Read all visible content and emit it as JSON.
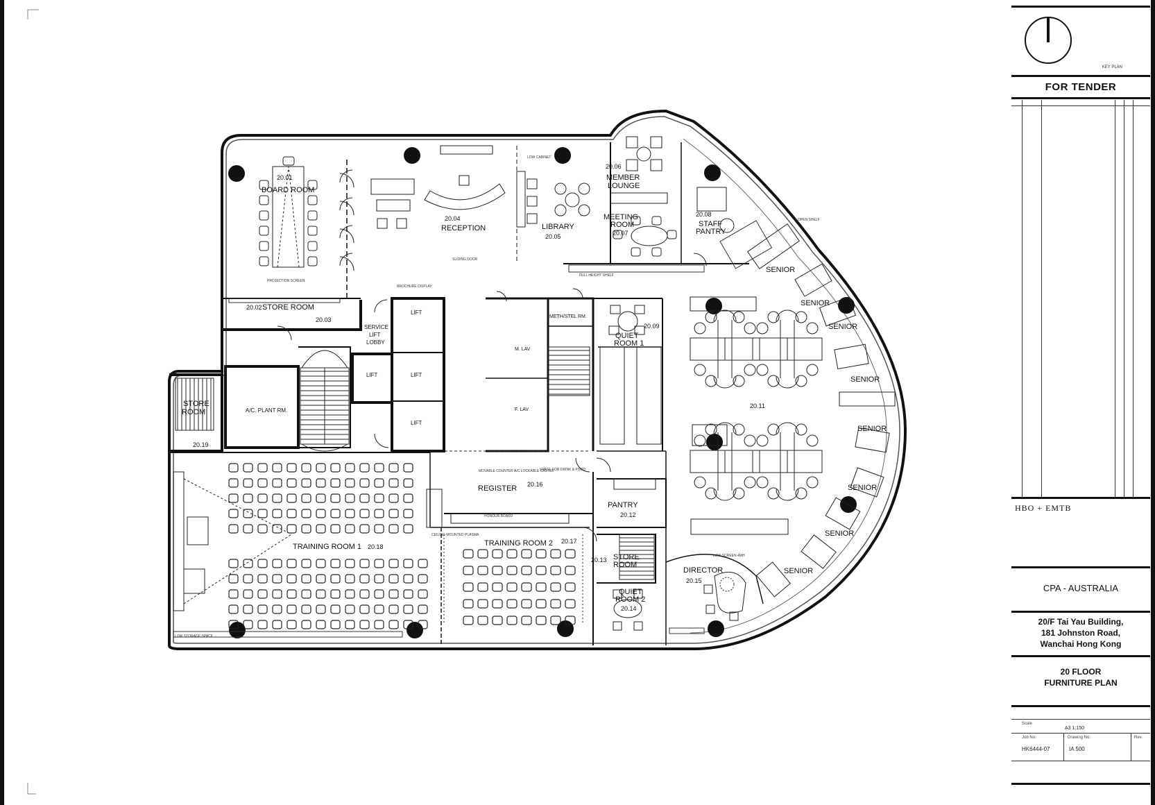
{
  "rooms": {
    "board_room": {
      "no": "20.01",
      "name": "BOARD ROOM"
    },
    "store_room_a": {
      "no": "20.02",
      "name": "STORE ROOM"
    },
    "store_room_a_no2": "20.03",
    "reception": {
      "no": "20.04",
      "name": "RECEPTION"
    },
    "library": {
      "no": "20.05",
      "name": "LIBRARY"
    },
    "member_lounge": {
      "no": "20.06",
      "name1": "MEMBER",
      "name2": "LOUNGE"
    },
    "meeting_room": {
      "no": "20.07",
      "name1": "MEETING",
      "name2": "ROOM"
    },
    "staff_pantry": {
      "no": "20.08",
      "name1": "STAFF",
      "name2": "PANTRY"
    },
    "quiet_room_1": {
      "no": "20.09",
      "name1": "QUIET",
      "name2": "ROOM 1"
    },
    "open_office": {
      "no": "20.11"
    },
    "pantry": {
      "no": "20.12",
      "name": "PANTRY"
    },
    "store_room_b": {
      "no": "20.13",
      "name1": "STORE",
      "name2": "ROOM"
    },
    "quiet_room_2": {
      "no": "20.14",
      "name1": "QUIET",
      "name2": "ROOM 2"
    },
    "director": {
      "no": "20.15",
      "name": "DIRECTOR"
    },
    "register": {
      "no": "20.16",
      "name": "REGISTER"
    },
    "training_room_2": {
      "no": "20.17",
      "name": "TRAINING ROOM 2"
    },
    "training_room_1": {
      "no": "20.18",
      "name": "TRAINING ROOM 1"
    },
    "store_room_c": {
      "no": "20.19",
      "name1": "STORE",
      "name2": "ROOM"
    },
    "ac_plant": {
      "name": "A/C. PLANT RM."
    },
    "service_lift_lobby": {
      "name1": "SERVICE",
      "name2": "LIFT",
      "name3": "LOBBY"
    },
    "metersteel_rm": {
      "name": "METH/STEL RM."
    },
    "male_lav": {
      "name": "M. LAV"
    },
    "female_lav": {
      "name": "F. LAV"
    }
  },
  "lift_label": "LIFT",
  "senior_label": "SENIOR",
  "notes": {
    "low_cabinet": "LOW CABINET",
    "sliding_door": "SLIDING DOOR",
    "brochure_display": "BROCHURE DISPLAY",
    "full_height_shelf": "FULL HEIGHT SHELF",
    "projection_screen": "PROJECTION SCREEN",
    "honour_board": "HONOUR BOARD",
    "low_storage": "LOW   STORAGE SPACE",
    "low_screen": "LOW SCREEN 4MH",
    "ceiling_plasma": "CEILING MOUNTED PLASMA",
    "movable_counter": "MOVABLE COUNTER A/C LOCKABLE CASTER",
    "space_drink": "SPACE FOR DRINK & FOOD",
    "open_shelf": "OPEN SHELF"
  },
  "title_block": {
    "key_plan": "KEY PLAN",
    "for_tender": "FOR TENDER",
    "firm": "HBO + EMTB",
    "client": "CPA - AUSTRALIA",
    "address": [
      "20/F Tai Yau Building,",
      "181 Johnston Road,",
      "Wanchai Hong Kong"
    ],
    "drawing_title": [
      "20 FLOOR",
      "FURNITURE PLAN"
    ],
    "scale_label": "Scale",
    "scale_value": "A3 1:150",
    "job_label": "Job No.",
    "job_value": "HK6444-07",
    "drawing_label": "Drawing No.",
    "drawing_value": "IA 500",
    "rev_label": "Rev."
  }
}
